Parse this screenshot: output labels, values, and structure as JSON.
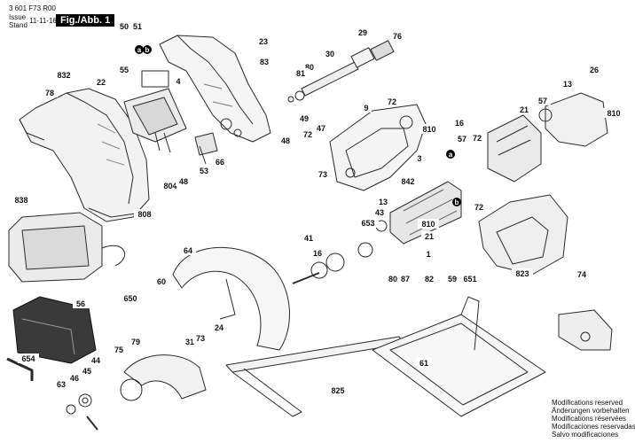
{
  "header": {
    "doc_number": "3 601 F73 R00",
    "issue_label": "Issue",
    "stand_label": "Stand",
    "date": "11-11-16",
    "figure_label": "Fig./Abb. 1"
  },
  "footer": {
    "modifications": [
      "Modifications reserved",
      "Änderungen vorbehalten",
      "Modifications réservées",
      "Modificaciones reservadas",
      "Salvo modificaciones"
    ]
  },
  "callouts": [
    "50",
    "51",
    "a",
    "b",
    "832",
    "78",
    "22",
    "55",
    "4",
    "808",
    "804",
    "48",
    "53",
    "66",
    "23",
    "83",
    "29",
    "76",
    "30",
    "80",
    "81",
    "9",
    "72",
    "49",
    "47",
    "48",
    "72",
    "73",
    "26",
    "13",
    "57",
    "21",
    "810",
    "16",
    "57",
    "72",
    "810",
    "a",
    "3",
    "842",
    "43",
    "13",
    "653",
    "838",
    "41",
    "16",
    "b",
    "72",
    "810",
    "21",
    "1",
    "823",
    "64",
    "60",
    "80",
    "87",
    "82",
    "59",
    "651",
    "56",
    "650",
    "74",
    "31",
    "73",
    "24",
    "79",
    "75",
    "44",
    "45",
    "46",
    "63",
    "61",
    "654",
    "825"
  ]
}
